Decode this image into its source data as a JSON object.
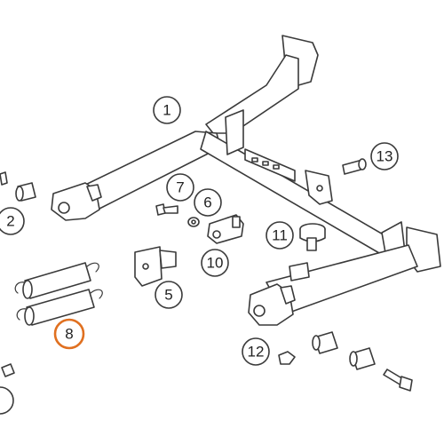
{
  "diagram": {
    "highlight_color": "#e07020",
    "line_color": "#3a3a3a",
    "callouts": [
      {
        "id": "1",
        "label": "1"
      },
      {
        "id": "2",
        "label": "2"
      },
      {
        "id": "5",
        "label": "5"
      },
      {
        "id": "6",
        "label": "6"
      },
      {
        "id": "7",
        "label": "7"
      },
      {
        "id": "8",
        "label": "8",
        "highlighted": true
      },
      {
        "id": "10",
        "label": "10"
      },
      {
        "id": "11",
        "label": "11"
      },
      {
        "id": "12",
        "label": "12"
      },
      {
        "id": "13",
        "label": "13"
      }
    ]
  }
}
